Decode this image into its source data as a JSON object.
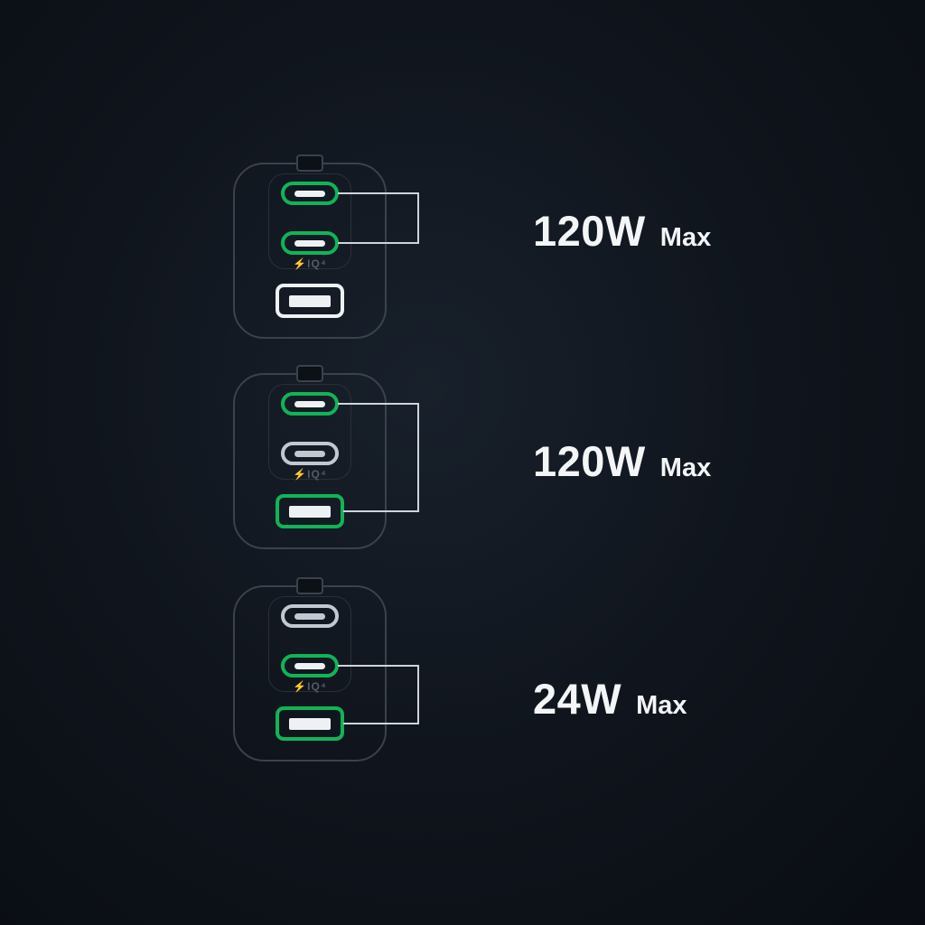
{
  "colors": {
    "background_center": "#18202b",
    "background_mid": "#10151d",
    "background_edge": "#090d13",
    "highlight_green": "#10b457",
    "port_white": "#eef1f4",
    "port_gray": "#c2c8cf",
    "body_outline": "#3b424b",
    "panel_outline": "#2a3038",
    "connector_line": "#cfd4da",
    "label_text": "#f3f5f7",
    "iq_text": "#545c66"
  },
  "chargers": [
    {
      "iq_label": "⚡IQ⁴",
      "ports": {
        "c1": "green",
        "c2": "green",
        "a": "white"
      },
      "power": {
        "value": "120W",
        "suffix": "Max"
      }
    },
    {
      "iq_label": "⚡IQ⁴",
      "ports": {
        "c1": "green",
        "c2": "gray",
        "a": "green"
      },
      "power": {
        "value": "120W",
        "suffix": "Max"
      }
    },
    {
      "iq_label": "⚡IQ⁴",
      "ports": {
        "c1": "gray",
        "c2": "green",
        "a": "green"
      },
      "power": {
        "value": "24W",
        "suffix": "Max"
      }
    }
  ]
}
